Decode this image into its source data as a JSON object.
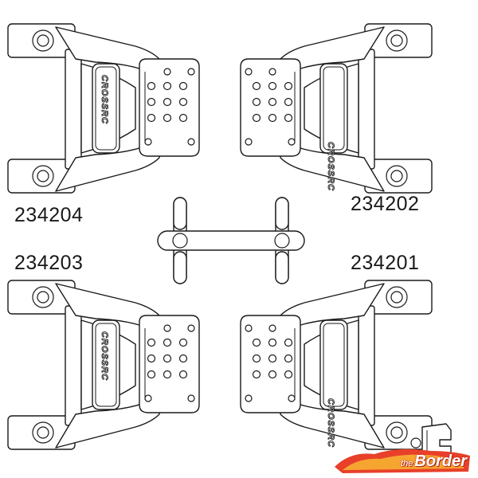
{
  "labels": {
    "arm_top_left": "234204",
    "arm_top_right": "234202",
    "arm_bottom_left": "234203",
    "arm_bottom_right": "234201"
  },
  "plate_text": "CROSSRC",
  "brand": {
    "small": "the",
    "main": "Border",
    "colors": {
      "flame": "#e8402a",
      "flame_light": "#f6a531",
      "text": "#ffffff"
    }
  },
  "colors": {
    "line": "#1a1a1a",
    "background": "#ffffff"
  }
}
